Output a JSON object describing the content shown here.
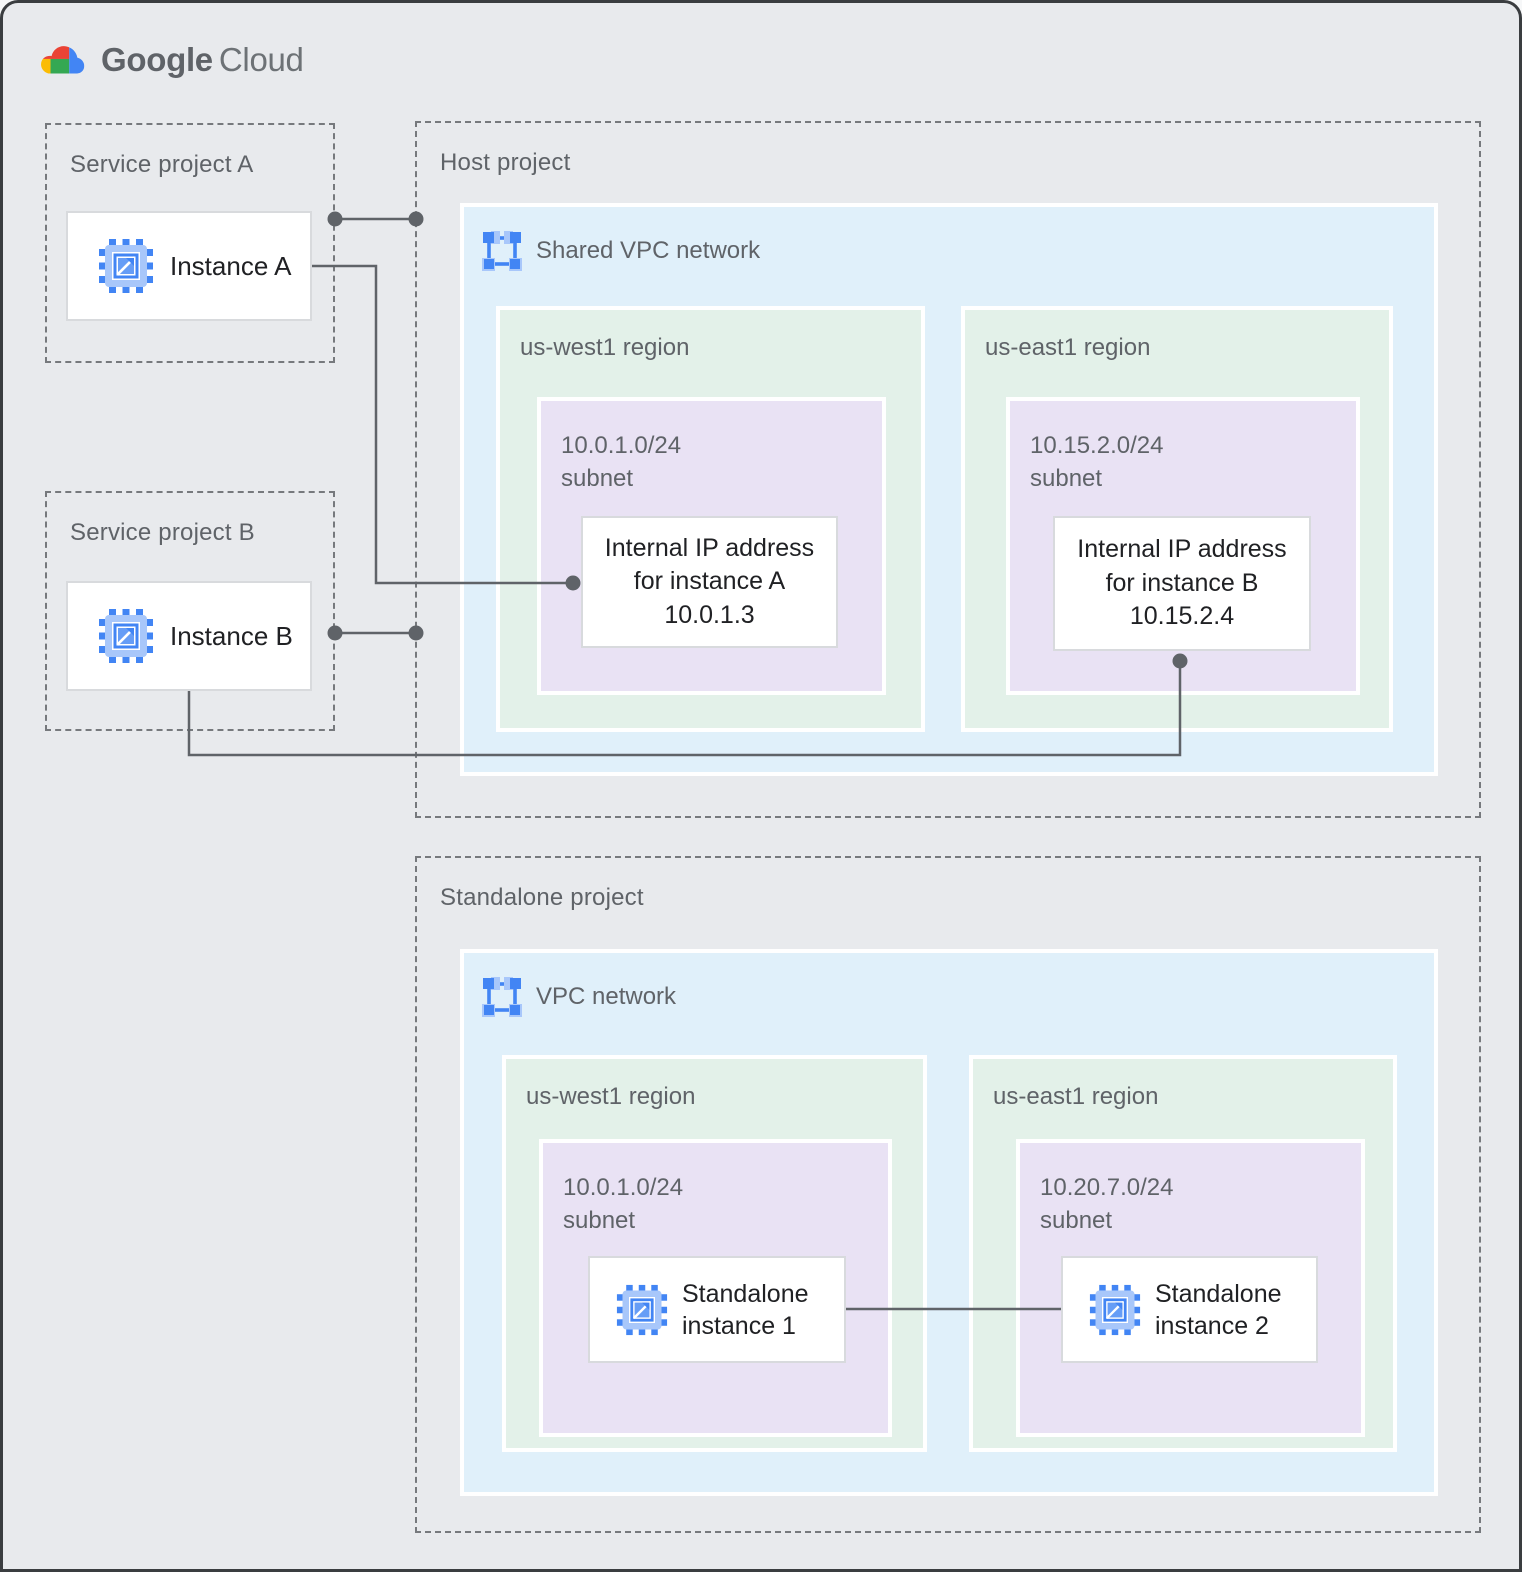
{
  "logo": {
    "google": "Google",
    "cloud": "Cloud"
  },
  "palette": {
    "background": "#E8EAED",
    "network_blue_bg": "#E0F0FA",
    "region_green_bg": "#E3F1E9",
    "subnet_purple_bg": "#E9E2F4",
    "label_gray": "#5F6368",
    "text_dark": "#202124",
    "icon_blue": "#4285F4",
    "icon_blue_light": "#A8C7FA",
    "connector_gray": "#5F6368",
    "logo_red": "#EA4335",
    "logo_yellow": "#FBBC04",
    "logo_green": "#34A853",
    "logo_blue": "#4285F4"
  },
  "service_project_a": {
    "title": "Service project A",
    "instance_label": "Instance A"
  },
  "service_project_b": {
    "title": "Service project B",
    "instance_label": "Instance B"
  },
  "host_project": {
    "title": "Host project",
    "network_label": "Shared VPC network",
    "regions": [
      {
        "label": "us-west1 region",
        "subnet_cidr": "10.0.1.0/24",
        "subnet_word": "subnet",
        "card_lines": [
          "Internal IP address",
          "for instance A",
          "10.0.1.3"
        ]
      },
      {
        "label": "us-east1 region",
        "subnet_cidr": "10.15.2.0/24",
        "subnet_word": "subnet",
        "card_lines": [
          "Internal IP address",
          "for instance B",
          "10.15.2.4"
        ]
      }
    ]
  },
  "standalone_project": {
    "title": "Standalone project",
    "network_label": "VPC network",
    "regions": [
      {
        "label": "us-west1 region",
        "subnet_cidr": "10.0.1.0/24",
        "subnet_word": "subnet",
        "instance_lines": [
          "Standalone",
          "instance 1"
        ]
      },
      {
        "label": "us-east1 region",
        "subnet_cidr": "10.20.7.0/24",
        "subnet_word": "subnet",
        "instance_lines": [
          "Standalone",
          "instance 2"
        ]
      }
    ]
  }
}
